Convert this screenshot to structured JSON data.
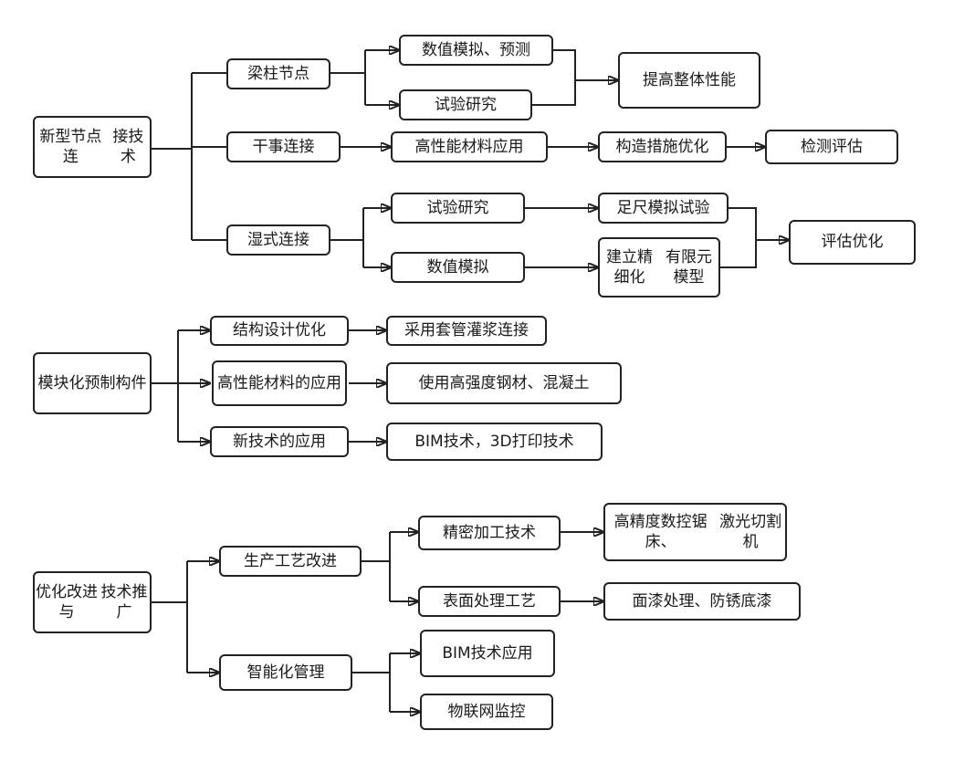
{
  "colors": {
    "stroke": "#222222",
    "text": "#1a1a1a",
    "background": "#ffffff"
  },
  "nodes": {
    "n1": "新型节点连\n接技术",
    "n2": "梁柱节点",
    "n3": "干事连接",
    "n4": "湿式连接",
    "n5": "数值模拟、预测",
    "n6": "试验研究",
    "n7": "提高整体性能",
    "n8": "高性能材料应用",
    "n9": "构造措施优化",
    "n10": "检测评估",
    "n11": "试验研究",
    "n12": "数值模拟",
    "n13": "足尺模拟试验",
    "n14": "建立精细化\n有限元模型",
    "n15": "评估优化",
    "m1": "模块化预\n制构件",
    "m2": "结构设计优化",
    "m3": "高性能材料\n的应用",
    "m4": "新技术的应用",
    "m5": "采用套管灌浆连接",
    "m6": "使用高强度钢材、混凝土",
    "m7": "BIM技术，3D打印技术",
    "p1": "优化改进与\n技术推广",
    "p2": "生产工艺改进",
    "p3": "智能化管理",
    "p4": "精密加工技术",
    "p5": "表面处理工艺",
    "p6": "高精度数控锯床、\n激光切割机",
    "p7": "面漆处理、防锈底漆",
    "p8": "BIM技术应用",
    "p9": "物联网监控"
  }
}
